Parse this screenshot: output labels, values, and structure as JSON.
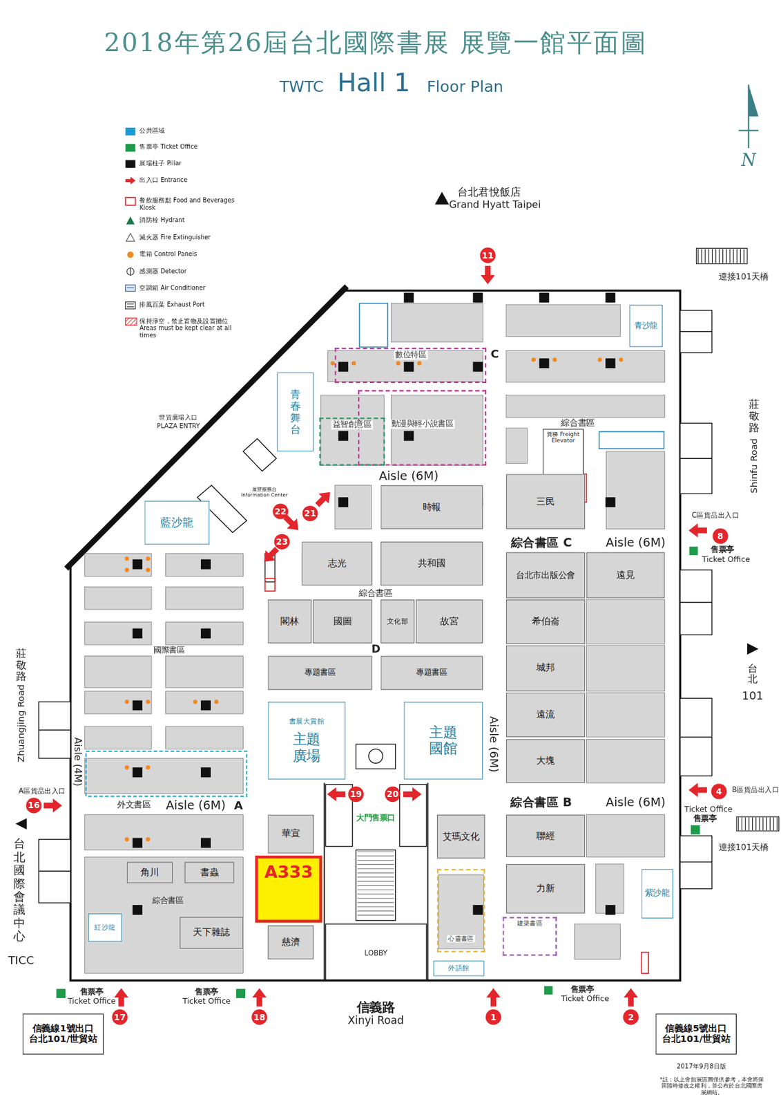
{
  "diagram": {
    "title": "2018年第26屆台北國際書展 展覽一館平面圖",
    "nodes": [
      {
        "text": [
          "青沙龍"
        ]
      },
      {
        "text": [
          "數位特區"
        ]
      },
      {
        "text": [
          "動漫與輕小說書區"
        ]
      },
      {
        "text": [
          "益智創意區"
        ]
      },
      {
        "text": [
          "青春舞台"
        ]
      },
      {
        "text": [
          "貨梯 Freight Elevator"
        ]
      },
      {
        "text": [
          "時報"
        ]
      },
      {
        "text": [
          "三民"
        ]
      },
      {
        "text": [
          "藍沙龍"
        ]
      },
      {
        "text": [
          "志光"
        ]
      },
      {
        "text": [
          "共和國"
        ]
      },
      {
        "text": [
          "台北市出版公會"
        ]
      },
      {
        "text": [
          "遠見"
        ]
      },
      {
        "text": [
          "閣林"
        ]
      },
      {
        "text": [
          "國圖"
        ]
      },
      {
        "text": [
          "文化部"
        ]
      },
      {
        "text": [
          "故宮"
        ]
      },
      {
        "text": [
          "希伯崙"
        ]
      },
      {
        "text": [
          "專題書區"
        ]
      },
      {
        "text": [
          "專題書區"
        ]
      },
      {
        "text": [
          "城邦"
        ]
      },
      {
        "text": [
          "書展大賞館",
          "主題廣場"
        ]
      },
      {
        "text": [
          "主題國館"
        ]
      },
      {
        "text": [
          "遠流"
        ]
      },
      {
        "text": [
          "大塊"
        ]
      },
      {
        "text": [
          "華宣"
        ]
      },
      {
        "text": [
          "艾瑪文化"
        ]
      },
      {
        "text": [
          "聯經"
        ]
      },
      {
        "text": [
          "角川"
        ]
      },
      {
        "text": [
          "書蟲"
        ]
      },
      {
        "text": [
          "A333"
        ]
      },
      {
        "text": [
          "力新"
        ]
      },
      {
        "text": [
          "紅沙龍"
        ]
      },
      {
        "text": [
          "心靈書區"
        ]
      },
      {
        "text": [
          "建築書區"
        ]
      },
      {
        "text": [
          "天下雜誌"
        ]
      },
      {
        "text": [
          "慈濟"
        ]
      },
      {
        "text": [
          "紫沙龍"
        ]
      },
      {
        "text": [
          "外語館"
        ]
      },
      {
        "text": [
          "信義線1號出口 台北101/世貿站"
        ]
      },
      {
        "text": [
          "信義線5號出口 台北101/世貿站"
        ]
      }
    ],
    "labels": [
      "TWTC",
      "Hall 1",
      "Floor Plan",
      "N",
      "台北君悅飯店",
      "Grand Hyatt Taipei",
      "11",
      "連接101天橋",
      "C",
      "世貿廣場入口",
      "PLAZA ENTRY",
      "Aisle (6M)",
      "綜合書區",
      "莊敬路",
      "Shinfu Road",
      "展覽服務台 Information Center",
      "22",
      "21",
      "C區貨品出入口",
      "8",
      "售票亭",
      "Ticket Office",
      "23",
      "綜合書區 C",
      "Aisle (6M)",
      "綜合書區",
      "國際書區",
      "D",
      "莊敬路",
      "台北",
      "101",
      "Zhuangjing Road",
      "Aisle (4M)",
      "Aisle (6M)",
      "A區貨品出入口",
      "16",
      "外文書區",
      "Aisle (6M)",
      "A",
      "19",
      "20",
      "綜合書區 B",
      "Aisle (6M)",
      "4",
      "B區貨品出入口",
      "Ticket Office",
      "售票亭",
      "大門售票口",
      "連接101天橋",
      "綜合書區",
      "台北國際會議中心",
      "TICC",
      "LOBBY",
      "售票亭",
      "Ticket Office",
      "17",
      "售票亭",
      "Ticket Office",
      "18",
      "信義路",
      "Xinyi Road",
      "1",
      "售票亭",
      "Ticket Office",
      "2",
      "2017年9月8日版",
      "*註：以上會館展區圖僅供參考，本會將保留隨時修改之權利，並公布於台北國際書展網站。"
    ],
    "legend": [
      {
        "text": "公共區域",
        "color": "#1b9ad6"
      },
      {
        "text": "售票亭 Ticket Office",
        "color": "#1d9a4a"
      },
      {
        "text": "展場柱子 Pillar",
        "color": "#111111"
      },
      {
        "text": "出入口 Entrance"
      },
      {
        "text": "餐飲服務點 Food and Beverages Kiosk"
      },
      {
        "text": "消防栓 Hydrant"
      },
      {
        "text": "滅火器 Fire Extinguisher"
      },
      {
        "text": "電箱 Control Panels"
      },
      {
        "text": "感測器 Detector"
      },
      {
        "text": "空調箱 Air Conditioner"
      },
      {
        "text": "排風百葉 Exhaust Port"
      },
      {
        "text": "保持淨空，禁止置物及設置攤位 Areas must be kept clear at all times"
      }
    ]
  }
}
